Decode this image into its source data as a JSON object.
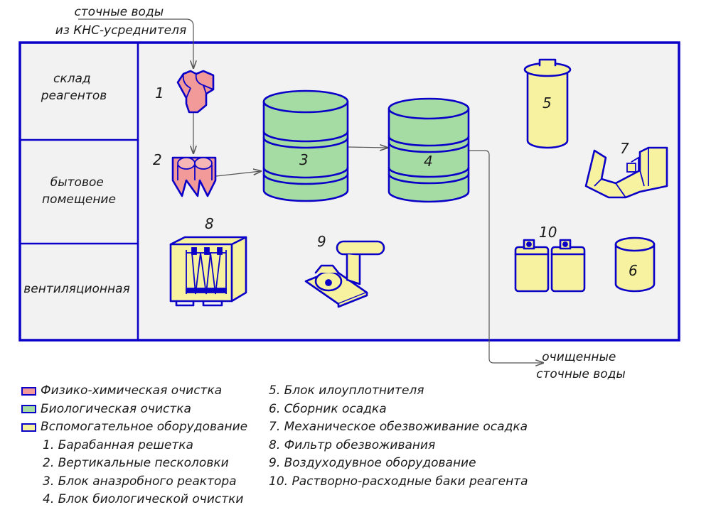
{
  "inflow_label": [
    "сточные воды",
    "из КНС-усреднителя"
  ],
  "outflow_label": [
    "очищенные",
    "сточные воды"
  ],
  "rooms": [
    {
      "lines": [
        "склад",
        "реагентов"
      ]
    },
    {
      "lines": [
        "бытовое",
        "помещение"
      ]
    },
    {
      "lines": [
        "вентиляционная"
      ]
    }
  ],
  "equipment_numbers": [
    "1",
    "2",
    "3",
    "4",
    "5",
    "6",
    "7",
    "8",
    "9",
    "10"
  ],
  "colors": {
    "physico_chemical": "#f29a9a",
    "biological": "#a4dca4",
    "auxiliary": "#f7f2a0",
    "outline": "#0a00c8",
    "building_fill": "#f2f2f2"
  },
  "legend": {
    "categories": [
      {
        "label": "Физико-химическая очистка",
        "color": "#f29a9a"
      },
      {
        "label": "Биологическая очистка",
        "color": "#a4dca4"
      },
      {
        "label": "Вспомогательное оборудование",
        "color": "#f7f2a0"
      }
    ],
    "items_left": [
      "1. Барабанная решетка",
      "2. Вертикальные песколовки",
      "3. Блок аназробного реактора",
      "4. Блок биологической очистки"
    ],
    "items_right": [
      "5. Блок илоуплотнителя",
      "6. Сборник осадка",
      "7. Механическое обезвоживание осадка",
      "8. Фильтр обезвоживания",
      "9. Воздуходувное оборудование",
      "10. Растворно-расходные баки реагента"
    ]
  }
}
